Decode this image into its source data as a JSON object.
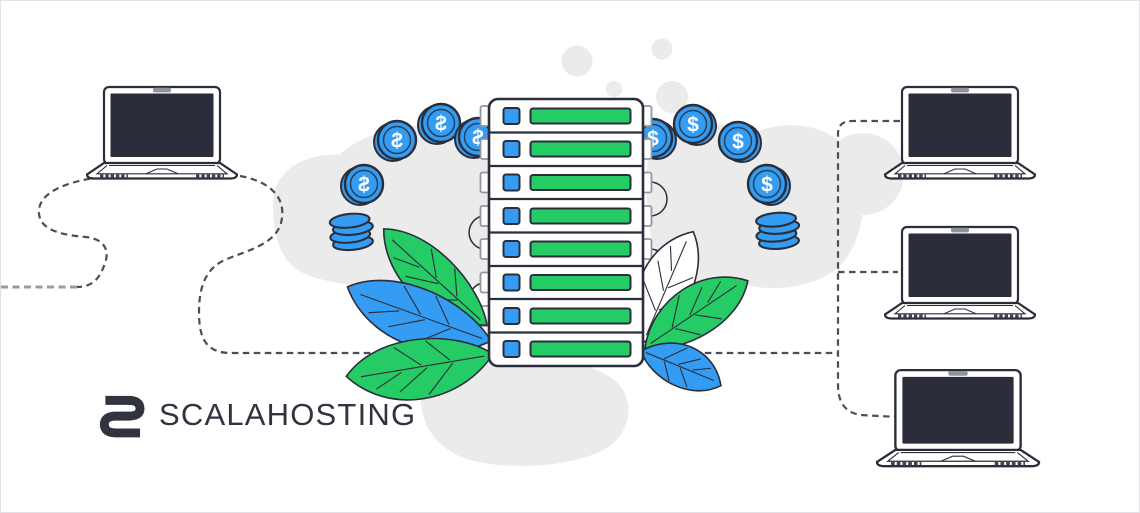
{
  "page": {
    "title": "ScalaHosting server and clients illustration",
    "background": "#FFFFFF",
    "border_color": "#E1E2E5"
  },
  "brand": {
    "name": "SCALAHOSTING",
    "color": "#31343F"
  },
  "palette": {
    "blue": "#349CF2",
    "blue_edge": "#1E83DC",
    "green": "#25CB64",
    "outline": "#2B2E3A",
    "blob_gray": "#EBEBEB",
    "dash_dark": "#4A4E57",
    "dash_light": "#9B9B9B",
    "laptop_screen": "#2B2E3A",
    "tab_stroke": "#9196A0",
    "white": "#FFFFFF"
  },
  "illustration": {
    "server_rack": {
      "rows": 8,
      "led_shape": "blue-square",
      "bar_shape": "green-bar"
    },
    "coins": {
      "symbol": "$",
      "left_coins": 4,
      "right_coins": 4,
      "coin_stacks": 2
    },
    "laptops": {
      "count": 4,
      "positions": [
        "left",
        "right-top",
        "right-middle",
        "right-bottom"
      ]
    },
    "leaves": {
      "left": [
        "green",
        "blue",
        "green"
      ],
      "right": [
        "white",
        "green",
        "blue"
      ]
    },
    "connections": {
      "style": "dashed",
      "description": "server rack linked to laptops"
    }
  }
}
